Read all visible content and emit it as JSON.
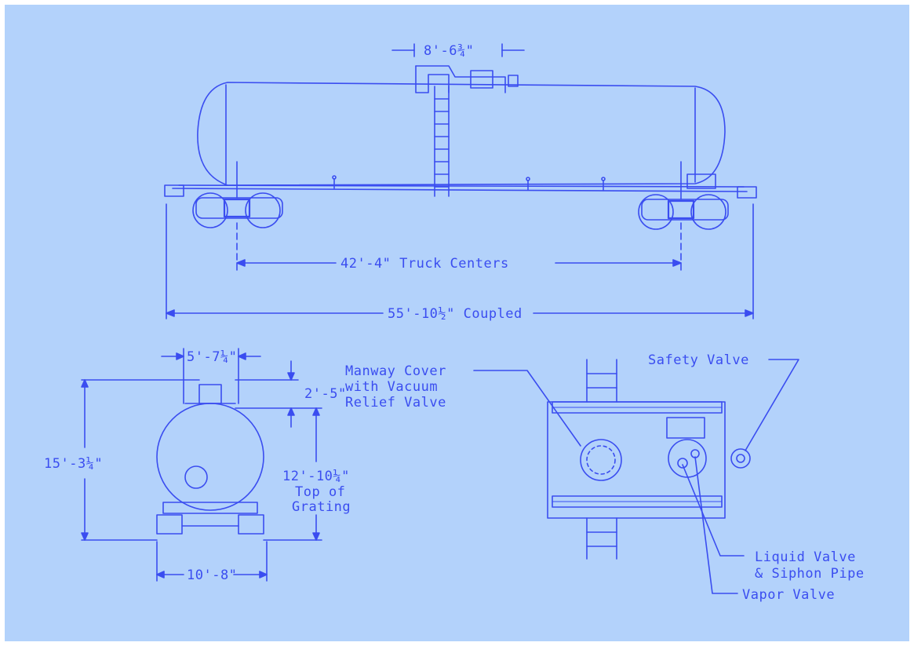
{
  "colors": {
    "background": "#b3d2fb",
    "ink": "#3a4df0"
  },
  "side_view": {
    "dome_width": "8'-6¾\"",
    "truck_centers": "42'-4\" Truck Centers",
    "coupled_length": "55'-10½\" Coupled"
  },
  "end_view": {
    "top_width": "5'-7¼\"",
    "dome_height": "2'-5\"",
    "overall_height": "15'-3¼\"",
    "grating_height": "12'-10¼\"",
    "grating_label_1": "Top of",
    "grating_label_2": "Grating",
    "base_width": "10'-8\""
  },
  "top_view": {
    "manway_line_1": "Manway Cover",
    "manway_line_2": "with Vacuum",
    "manway_line_3": "Relief Valve",
    "safety_valve": "Safety Valve",
    "liquid_valve_line_1": "Liquid Valve",
    "liquid_valve_line_2": "& Siphon Pipe",
    "vapor_valve": "Vapor Valve"
  }
}
